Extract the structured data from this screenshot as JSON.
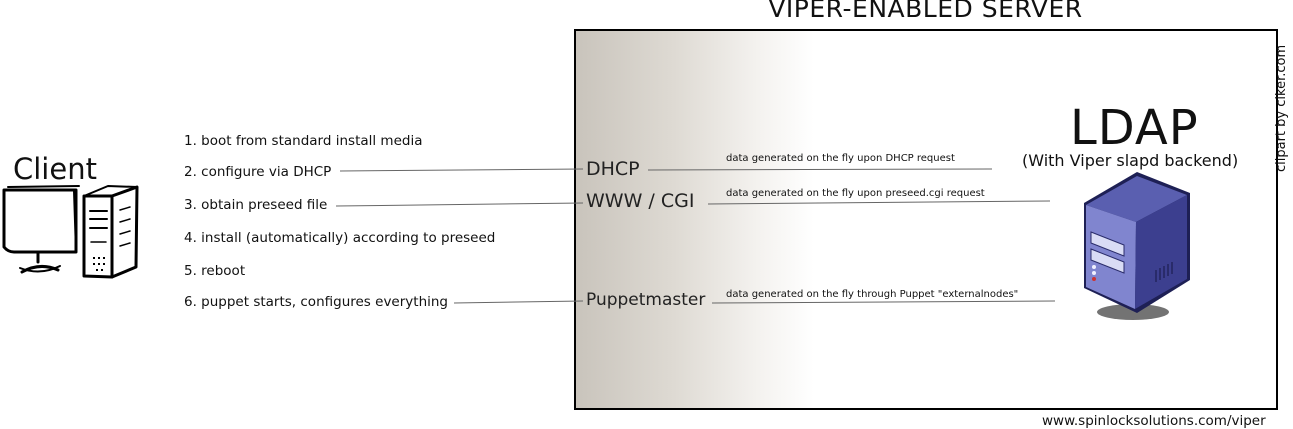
{
  "diagram": {
    "server_title": "VIPER-ENABLED SERVER",
    "client_label": "Client",
    "steps": [
      "1. boot from standard install media",
      "2. configure via DHCP",
      "3. obtain preseed file",
      "4. install (automatically) according to preseed",
      "5. reboot",
      "6. puppet starts, configures everything"
    ],
    "services": {
      "dhcp": "DHCP",
      "www": "WWW / CGI",
      "puppet": "Puppetmaster"
    },
    "notes": {
      "dhcp": "data generated on the fly upon DHCP request",
      "preseed": "data generated on the fly upon preseed.cgi request",
      "puppet": "data generated on the fly through Puppet \"externalnodes\""
    },
    "ldap_title": "LDAP",
    "ldap_subtitle": "(With Viper slapd backend)",
    "credit": "clipart by clker.com",
    "url": "www.spinlocksolutions.com/viper"
  },
  "colors": {
    "server_gradient_dark": "#c9c4bc",
    "server_body": "#3c3f8f",
    "server_light": "#b8bde6",
    "connector_line": "#666666"
  },
  "icons": {
    "client": "desktop-computer-icon",
    "server": "server-tower-icon"
  }
}
